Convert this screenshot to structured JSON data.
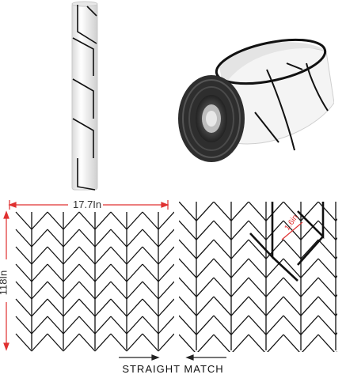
{
  "dimensions": {
    "width_label": "17.7In",
    "height_label": "118In",
    "pattern_label": "1.6in"
  },
  "caption": "STRAIGHT MATCH",
  "colors": {
    "line": "#111111",
    "dimension": "#e03030",
    "roll_paper": "#f2f2f2",
    "roll_backing": "#3a3a3a"
  }
}
